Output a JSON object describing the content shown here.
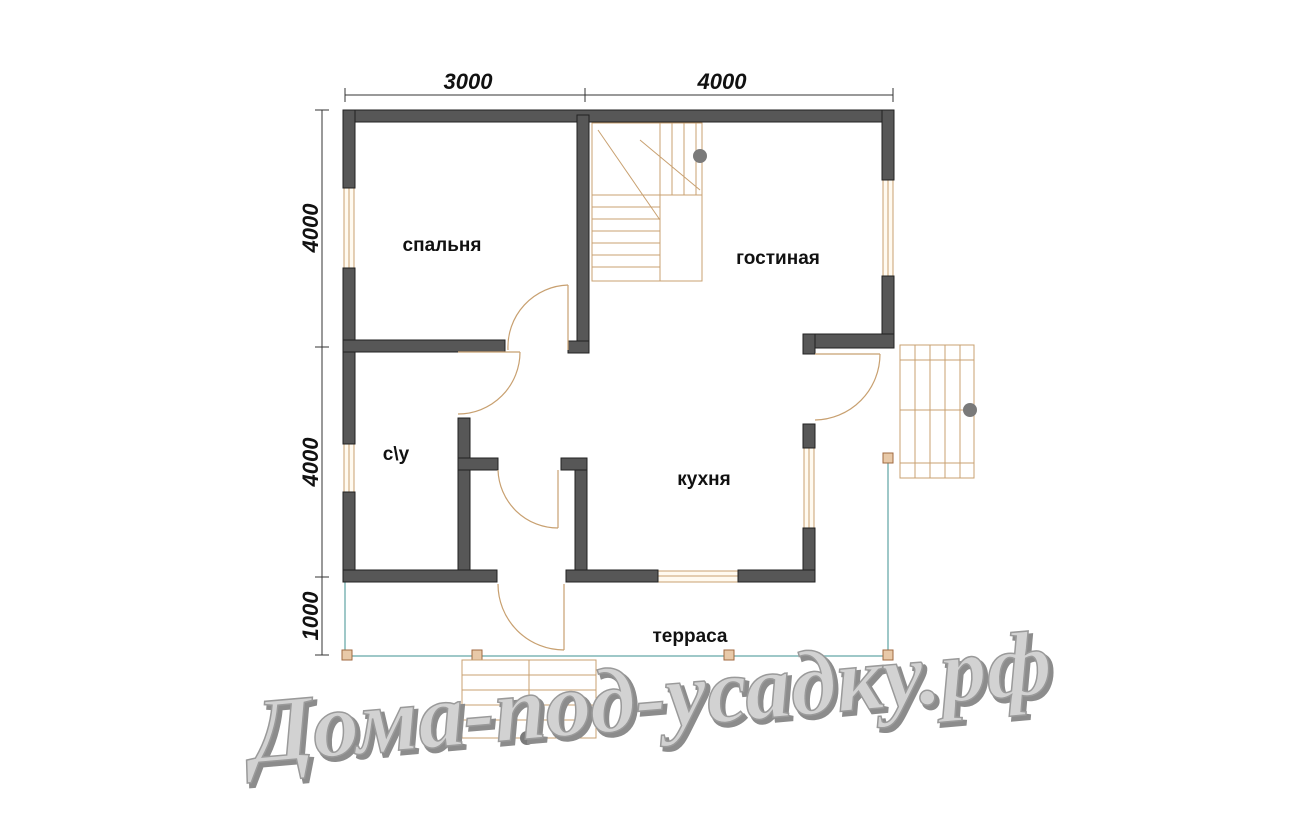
{
  "dimensions": {
    "top_left": "3000",
    "top_right": "4000",
    "left_upper": "4000",
    "left_middle": "4000",
    "left_lower": "1000"
  },
  "rooms": {
    "bedroom": "спальня",
    "living_room": "гостиная",
    "bathroom": "с\\у",
    "kitchen": "кухня",
    "terrace": "терраса"
  },
  "watermark": "Дома-под-усадку.рф",
  "colors": {
    "wall": "#575757",
    "outline": "#c8a070",
    "terrace_line": "#7fb6b6",
    "watermark": "#c8c8c8"
  }
}
